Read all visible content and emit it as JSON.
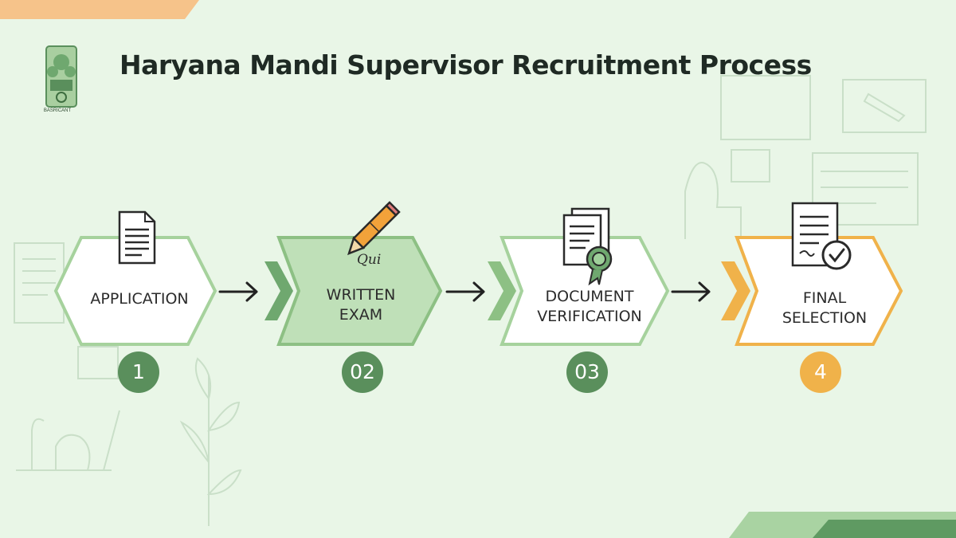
{
  "title": "Haryana Mandi Supervisor Recruitment Process",
  "emblem": {
    "caption": "BASRICANT",
    "icon": "state-emblem-icon"
  },
  "colors": {
    "background": "#e9f6e7",
    "green_dark": "#5a8f5c",
    "green_fill": "#bfe0b8",
    "orange": "#f0b24a",
    "accent_orange_strip": "#f6c38a"
  },
  "steps": [
    {
      "id": "application",
      "label": "APPLICATION",
      "number": "1",
      "icon": "document-icon"
    },
    {
      "id": "written-exam",
      "label": "WRITTEN\nEXAM",
      "number": "02",
      "icon": "pencil-icon",
      "note": "Qui"
    },
    {
      "id": "document-verification",
      "label": "DOCUMENT\nVERIFICATION",
      "number": "03",
      "icon": "certificate-icon"
    },
    {
      "id": "final-selection",
      "label": "FINAL\nSELECTION",
      "number": "4",
      "icon": "approved-document-icon"
    }
  ]
}
